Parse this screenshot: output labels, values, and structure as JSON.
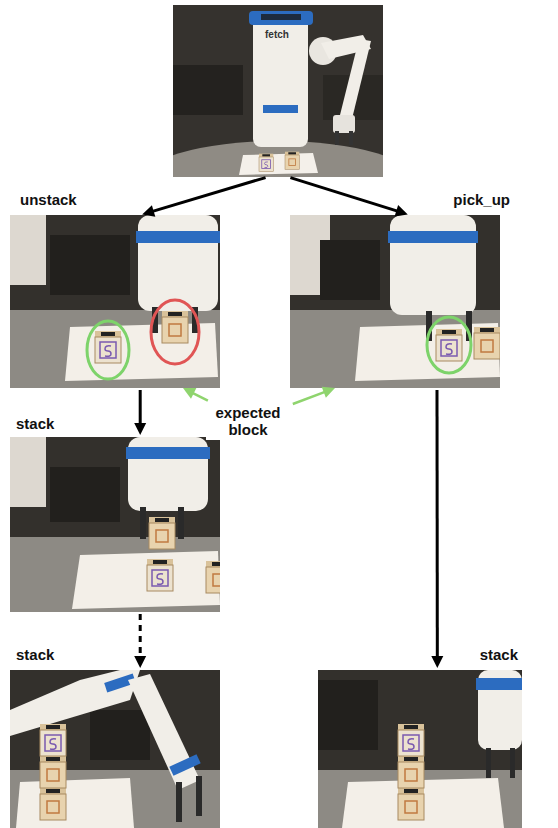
{
  "diagram": {
    "nodes": [
      {
        "text": [
          "fetch"
        ]
      },
      {
        "text": [
          "unstack"
        ]
      },
      {
        "text": [
          "pick_up"
        ]
      },
      {
        "text": [
          "stack"
        ]
      },
      {
        "text": [
          "stack"
        ]
      },
      {
        "text": [
          "stack"
        ]
      },
      {
        "text": [
          "expected block"
        ]
      }
    ],
    "edges": [
      {
        "from": 0,
        "to": 1,
        "arrow": "to"
      },
      {
        "from": 0,
        "to": 2,
        "arrow": "to"
      },
      {
        "from": 1,
        "to": 3,
        "arrow": "to"
      },
      {
        "from": 3,
        "to": 4,
        "arrow": "to"
      },
      {
        "from": 2,
        "to": 5,
        "arrow": "to"
      },
      {
        "from": 6,
        "to": 1,
        "arrow": "to"
      },
      {
        "from": 6,
        "to": 2,
        "arrow": "to"
      }
    ]
  }
}
